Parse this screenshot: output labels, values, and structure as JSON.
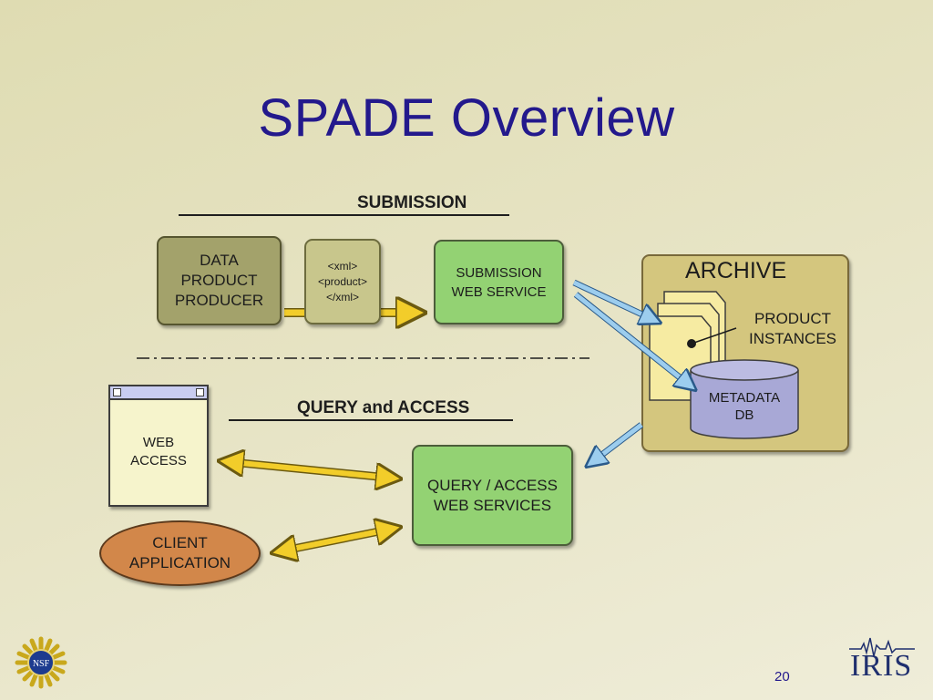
{
  "title": "SPADE Overview",
  "sections": {
    "submission": "SUBMISSION",
    "query_access": "QUERY and ACCESS"
  },
  "nodes": {
    "producer": "DATA\nPRODUCT\nPRODUCER",
    "xml_doc": "<xml>\n<product>\n</xml>",
    "submission_service": "SUBMISSION\nWEB SERVICE",
    "archive": "ARCHIVE",
    "product_instances": "PRODUCT\nINSTANCES",
    "metadata_db": "METADATA\nDB",
    "web_access": "WEB\nACCESS",
    "client_application": "CLIENT\nAPPLICATION",
    "query_service": "QUERY / ACCESS\nWEB SERVICES"
  },
  "colors": {
    "title": "#23198c",
    "service_green": "#93d273",
    "producer_olive": "#a3a26b",
    "archive_tan": "#d4c67e",
    "db_lavender": "#a8a8d6",
    "client_orange": "#d2874a",
    "flow_arrow_yellow": "#f2cd2a",
    "link_arrow_blue": "#9ccdee"
  },
  "footer": {
    "page_number": "20",
    "iris_logo": "IRIS",
    "nsf_logo": "NSF"
  },
  "icons": {
    "nsf_logo": "nsf-seal-icon",
    "iris_logo": "iris-seismogram-icon",
    "document_stack": "document-stack-icon",
    "database": "database-cylinder-icon"
  }
}
